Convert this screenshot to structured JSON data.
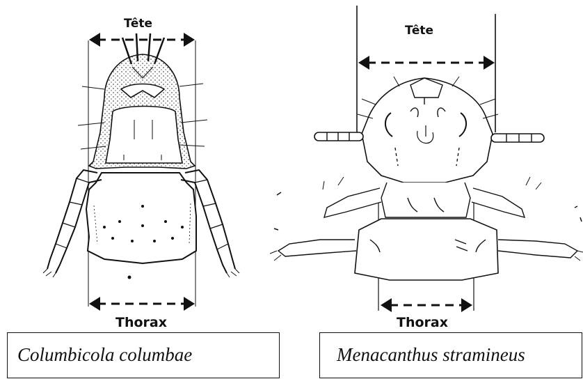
{
  "left_figure": {
    "species": "Columbicola columbae",
    "head_label": "Tête",
    "thorax_label": "Thorax"
  },
  "right_figure": {
    "species": "Menacanthus stramineus",
    "head_label": "Tête",
    "thorax_label": "Thorax"
  },
  "colors": {
    "ink": "#111111",
    "stipple": "#555555",
    "background": "#ffffff"
  }
}
